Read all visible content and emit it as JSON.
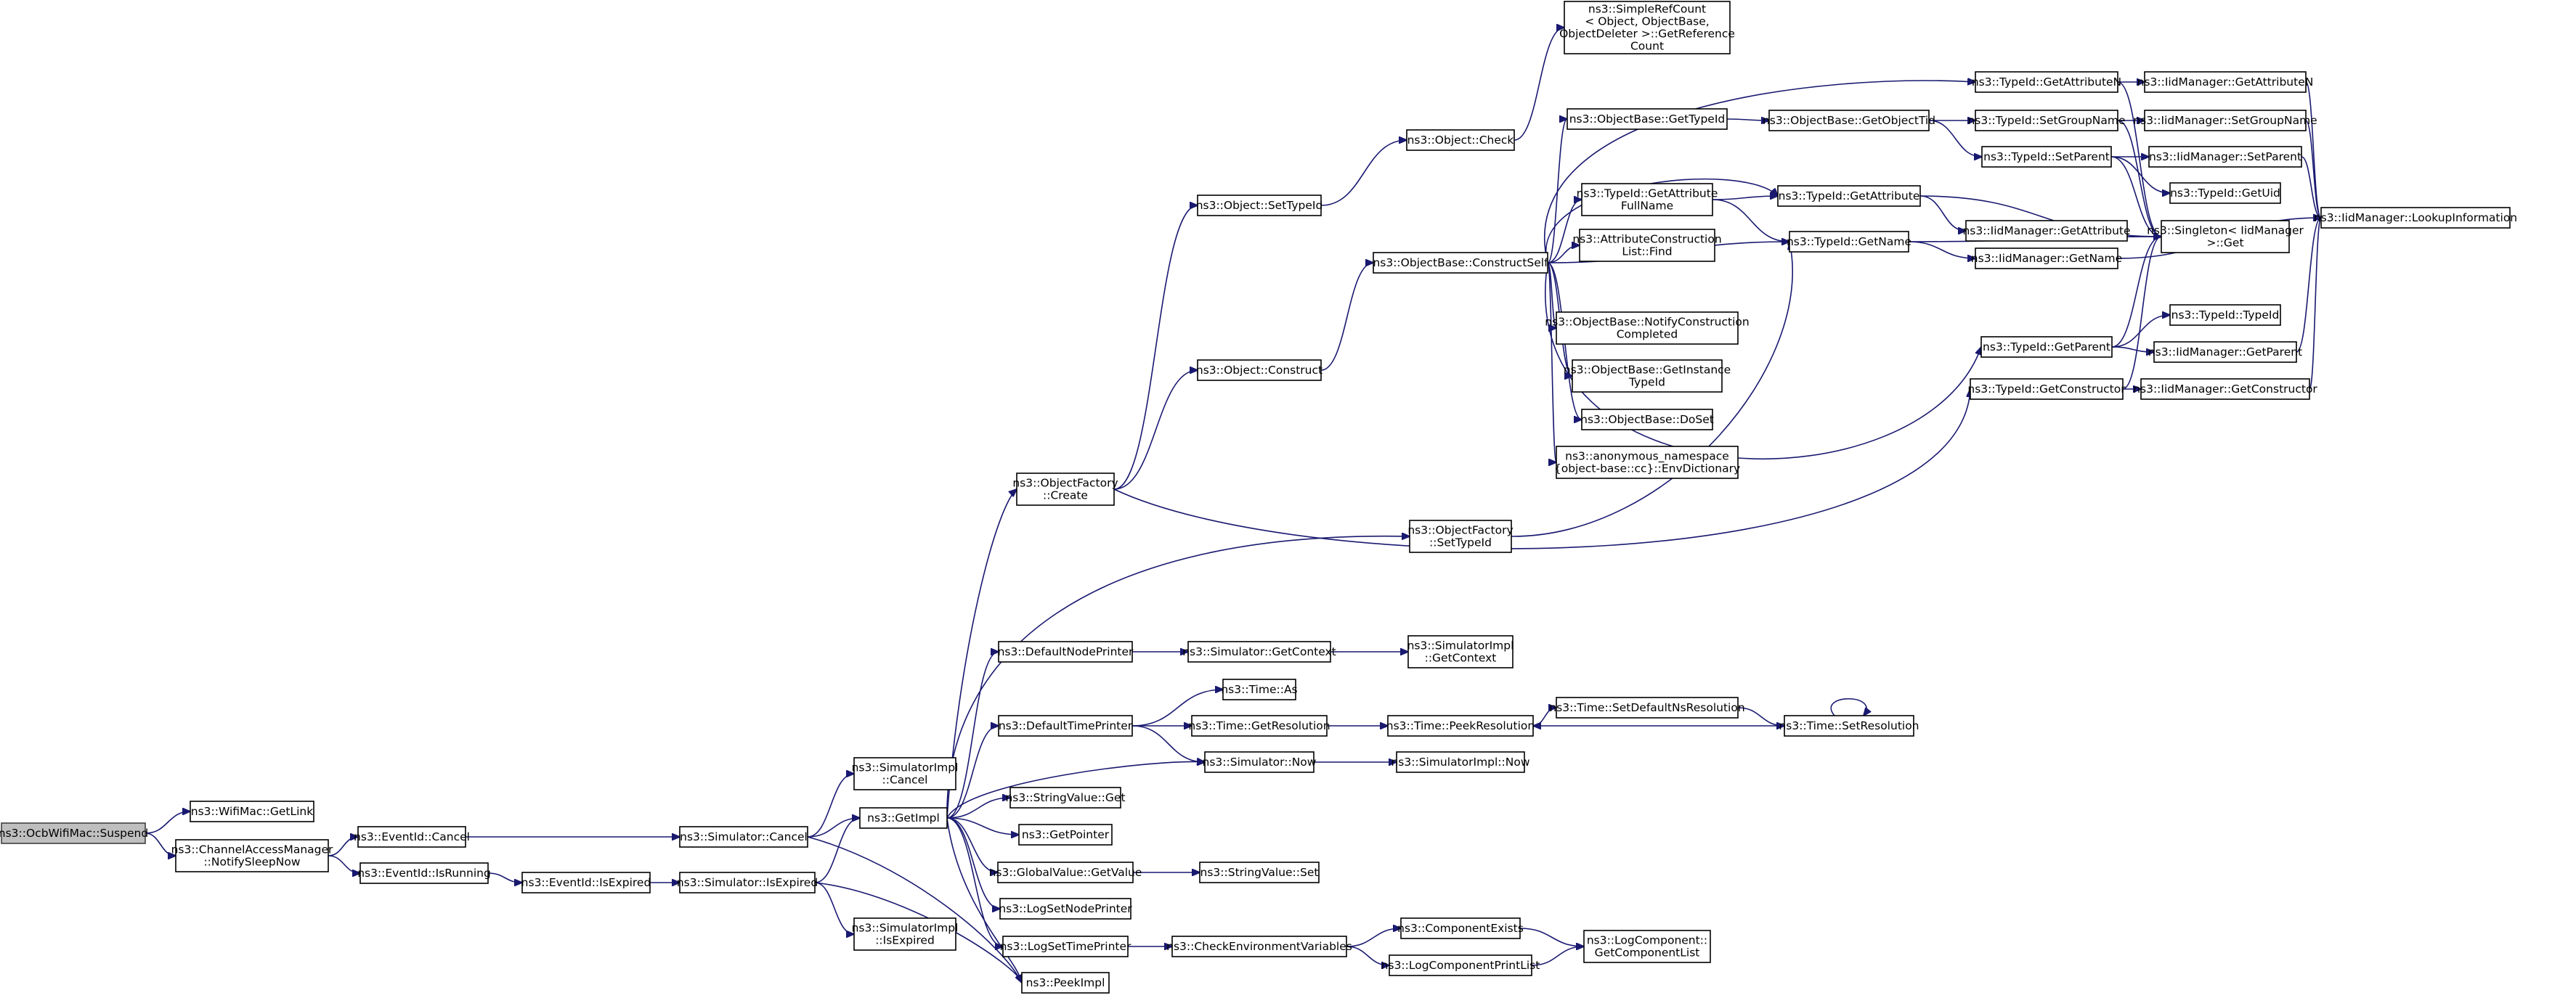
{
  "colors": {
    "edge": "#191970",
    "node_border": "#000000",
    "root_fill": "#bfbfbf",
    "node_fill": "#ffffff"
  },
  "nodes": [
    {
      "id": "suspend",
      "lines": [
        "ns3::OcbWifiMac::Suspend"
      ],
      "root": true
    },
    {
      "id": "getlink",
      "lines": [
        "ns3::WifiMac::GetLink"
      ]
    },
    {
      "id": "notifysleep",
      "lines": [
        "ns3::ChannelAccessManager",
        "::NotifySleepNow"
      ]
    },
    {
      "id": "evcancel",
      "lines": [
        "ns3::EventId::Cancel"
      ]
    },
    {
      "id": "evisrunning",
      "lines": [
        "ns3::EventId::IsRunning"
      ]
    },
    {
      "id": "evisexpired",
      "lines": [
        "ns3::EventId::IsExpired"
      ]
    },
    {
      "id": "simcancel",
      "lines": [
        "ns3::Simulator::Cancel"
      ]
    },
    {
      "id": "simisexpired",
      "lines": [
        "ns3::Simulator::IsExpired"
      ]
    },
    {
      "id": "implcancel",
      "lines": [
        "ns3::SimulatorImpl",
        "::Cancel"
      ]
    },
    {
      "id": "implisexpired",
      "lines": [
        "ns3::SimulatorImpl",
        "::IsExpired"
      ]
    },
    {
      "id": "getimpl",
      "lines": [
        "ns3::GetImpl"
      ]
    },
    {
      "id": "peekimpl",
      "lines": [
        "ns3::PeekImpl"
      ]
    },
    {
      "id": "objfactcreate",
      "lines": [
        "ns3::ObjectFactory",
        "::Create"
      ]
    },
    {
      "id": "defnodeprinter",
      "lines": [
        "ns3::DefaultNodePrinter"
      ]
    },
    {
      "id": "deftimeprinter",
      "lines": [
        "ns3::DefaultTimePrinter"
      ]
    },
    {
      "id": "strvalget",
      "lines": [
        "ns3::StringValue::Get"
      ]
    },
    {
      "id": "getpointer",
      "lines": [
        "ns3::GetPointer"
      ]
    },
    {
      "id": "globvalget",
      "lines": [
        "ns3::GlobalValue::GetValue"
      ]
    },
    {
      "id": "logsetnode",
      "lines": [
        "ns3::LogSetNodePrinter"
      ]
    },
    {
      "id": "logsettime",
      "lines": [
        "ns3::LogSetTimePrinter"
      ]
    },
    {
      "id": "objsettypeid",
      "lines": [
        "ns3::Object::SetTypeId"
      ]
    },
    {
      "id": "objconstruct",
      "lines": [
        "ns3::Object::Construct"
      ]
    },
    {
      "id": "simgetcontext",
      "lines": [
        "ns3::Simulator::GetContext"
      ]
    },
    {
      "id": "timeas",
      "lines": [
        "ns3::Time::As"
      ]
    },
    {
      "id": "timegetres",
      "lines": [
        "ns3::Time::GetResolution"
      ]
    },
    {
      "id": "simnow",
      "lines": [
        "ns3::Simulator::Now"
      ]
    },
    {
      "id": "strvalset",
      "lines": [
        "ns3::StringValue::Set"
      ]
    },
    {
      "id": "checkenv",
      "lines": [
        "ns3::CheckEnvironmentVariables"
      ]
    },
    {
      "id": "objcheck",
      "lines": [
        "ns3::Object::Check"
      ]
    },
    {
      "id": "constructself",
      "lines": [
        "ns3::ObjectBase::ConstructSelf"
      ]
    },
    {
      "id": "objfactsettypeid",
      "lines": [
        "ns3::ObjectFactory",
        "::SetTypeId"
      ]
    },
    {
      "id": "implgetcontext",
      "lines": [
        "ns3::SimulatorImpl",
        "::GetContext"
      ]
    },
    {
      "id": "peekres",
      "lines": [
        "ns3::Time::PeekResolution"
      ]
    },
    {
      "id": "implnow",
      "lines": [
        "ns3::SimulatorImpl::Now"
      ]
    },
    {
      "id": "compexists",
      "lines": [
        "ns3::ComponentExists"
      ]
    },
    {
      "id": "logcompprintlist",
      "lines": [
        "ns3::LogComponentPrintList"
      ]
    },
    {
      "id": "simplerefcount",
      "lines": [
        "ns3::SimpleRefCount",
        "< Object, ObjectBase,",
        "ObjectDeleter >::GetReference",
        "Count"
      ]
    },
    {
      "id": "obgettypeid",
      "lines": [
        "ns3::ObjectBase::GetTypeId"
      ]
    },
    {
      "id": "tidgetattrfull",
      "lines": [
        "ns3::TypeId::GetAttribute",
        "FullName"
      ]
    },
    {
      "id": "attrconstrfind",
      "lines": [
        "ns3::AttributeConstruction",
        "List::Find"
      ]
    },
    {
      "id": "notifyconstr",
      "lines": [
        "ns3::ObjectBase::NotifyConstruction",
        "Completed"
      ]
    },
    {
      "id": "getinsttypeid",
      "lines": [
        "ns3::ObjectBase::GetInstance",
        "TypeId"
      ]
    },
    {
      "id": "doset",
      "lines": [
        "ns3::ObjectBase::DoSet"
      ]
    },
    {
      "id": "envdict",
      "lines": [
        "ns3::anonymous_namespace",
        "{object-base::cc}::EnvDictionary"
      ]
    },
    {
      "id": "setdefnsres",
      "lines": [
        "ns3::Time::SetDefaultNsResolution"
      ]
    },
    {
      "id": "logcompgetlist",
      "lines": [
        "ns3::LogComponent::",
        "GetComponentList"
      ]
    },
    {
      "id": "obgetobjtid",
      "lines": [
        "ns3::ObjectBase::GetObjectTid"
      ]
    },
    {
      "id": "tidgetattr",
      "lines": [
        "ns3::TypeId::GetAttribute"
      ]
    },
    {
      "id": "tidgetname",
      "lines": [
        "ns3::TypeId::GetName"
      ]
    },
    {
      "id": "timesetres",
      "lines": [
        "ns3::Time::SetResolution"
      ]
    },
    {
      "id": "tidgetattrn",
      "lines": [
        "ns3::TypeId::GetAttributeN"
      ]
    },
    {
      "id": "tidsetgroup",
      "lines": [
        "ns3::TypeId::SetGroupName"
      ]
    },
    {
      "id": "tidsetparent",
      "lines": [
        "ns3::TypeId::SetParent"
      ]
    },
    {
      "id": "iidgetattr",
      "lines": [
        "ns3::IidManager::GetAttribute"
      ]
    },
    {
      "id": "iidgetname",
      "lines": [
        "ns3::IidManager::GetName"
      ]
    },
    {
      "id": "tidgetparent",
      "lines": [
        "ns3::TypeId::GetParent"
      ]
    },
    {
      "id": "tidgetctor",
      "lines": [
        "ns3::TypeId::GetConstructor"
      ]
    },
    {
      "id": "iidgetattrn",
      "lines": [
        "ns3::IidManager::GetAttributeN"
      ]
    },
    {
      "id": "iidsetgroup",
      "lines": [
        "ns3::IidManager::SetGroupName"
      ]
    },
    {
      "id": "iidsetparent",
      "lines": [
        "ns3::IidManager::SetParent"
      ]
    },
    {
      "id": "tidgetuid",
      "lines": [
        "ns3::TypeId::GetUid"
      ]
    },
    {
      "id": "singletonget",
      "lines": [
        "ns3::Singleton< IidManager",
        ">::Get"
      ]
    },
    {
      "id": "tidtypeid",
      "lines": [
        "ns3::TypeId::TypeId"
      ]
    },
    {
      "id": "iidgetparent",
      "lines": [
        "ns3::IidManager::GetParent"
      ]
    },
    {
      "id": "iidgetctor",
      "lines": [
        "ns3::IidManager::GetConstructor"
      ]
    },
    {
      "id": "lookupinfo",
      "lines": [
        "ns3::IidManager::LookupInformation"
      ]
    }
  ],
  "edges": [
    [
      "suspend",
      "getlink"
    ],
    [
      "suspend",
      "notifysleep"
    ],
    [
      "notifysleep",
      "evcancel"
    ],
    [
      "notifysleep",
      "evisrunning"
    ],
    [
      "evcancel",
      "simcancel"
    ],
    [
      "evisrunning",
      "evisexpired"
    ],
    [
      "evisexpired",
      "simisexpired"
    ],
    [
      "simcancel",
      "implcancel"
    ],
    [
      "simcancel",
      "getimpl"
    ],
    [
      "simcancel",
      "peekimpl"
    ],
    [
      "simisexpired",
      "getimpl"
    ],
    [
      "simisexpired",
      "implisexpired"
    ],
    [
      "simisexpired",
      "peekimpl"
    ],
    [
      "getimpl",
      "objfactcreate"
    ],
    [
      "getimpl",
      "objfactsettypeid"
    ],
    [
      "getimpl",
      "defnodeprinter"
    ],
    [
      "getimpl",
      "deftimeprinter"
    ],
    [
      "getimpl",
      "simnow"
    ],
    [
      "getimpl",
      "strvalget"
    ],
    [
      "getimpl",
      "getpointer"
    ],
    [
      "getimpl",
      "globvalget"
    ],
    [
      "getimpl",
      "logsetnode"
    ],
    [
      "getimpl",
      "logsettime"
    ],
    [
      "getimpl",
      "peekimpl"
    ],
    [
      "objfactcreate",
      "objsettypeid"
    ],
    [
      "objfactcreate",
      "objconstruct"
    ],
    [
      "objfactcreate",
      "tidgetctor"
    ],
    [
      "objsettypeid",
      "objcheck"
    ],
    [
      "objcheck",
      "simplerefcount"
    ],
    [
      "objconstruct",
      "constructself"
    ],
    [
      "defnodeprinter",
      "simgetcontext"
    ],
    [
      "simgetcontext",
      "implgetcontext"
    ],
    [
      "deftimeprinter",
      "timeas"
    ],
    [
      "deftimeprinter",
      "timegetres"
    ],
    [
      "deftimeprinter",
      "simnow"
    ],
    [
      "timegetres",
      "peekres"
    ],
    [
      "simnow",
      "implnow"
    ],
    [
      "peekres",
      "setdefnsres"
    ],
    [
      "setdefnsres",
      "timesetres"
    ],
    [
      "timesetres",
      "peekres"
    ],
    [
      "timesetres",
      "timesetres"
    ],
    [
      "globvalget",
      "strvalset"
    ],
    [
      "logsettime",
      "checkenv"
    ],
    [
      "checkenv",
      "compexists"
    ],
    [
      "checkenv",
      "logcompprintlist"
    ],
    [
      "compexists",
      "logcompgetlist"
    ],
    [
      "logcompprintlist",
      "logcompgetlist"
    ],
    [
      "objfactsettypeid",
      "tidgetname"
    ],
    [
      "constructself",
      "tidgetattrn"
    ],
    [
      "constructself",
      "obgettypeid"
    ],
    [
      "constructself",
      "tidgetattr"
    ],
    [
      "constructself",
      "tidgetattrfull"
    ],
    [
      "constructself",
      "attrconstrfind"
    ],
    [
      "constructself",
      "tidgetname"
    ],
    [
      "constructself",
      "notifyconstr"
    ],
    [
      "constructself",
      "getinsttypeid"
    ],
    [
      "constructself",
      "doset"
    ],
    [
      "constructself",
      "envdict"
    ],
    [
      "constructself",
      "tidgetparent"
    ],
    [
      "obgettypeid",
      "obgetobjtid"
    ],
    [
      "obgetobjtid",
      "tidsetgroup"
    ],
    [
      "obgetobjtid",
      "tidsetparent"
    ],
    [
      "tidgetattrfull",
      "tidgetattr"
    ],
    [
      "tidgetattrfull",
      "tidgetname"
    ],
    [
      "tidgetattr",
      "iidgetattr"
    ],
    [
      "tidgetattr",
      "singletonget"
    ],
    [
      "tidgetname",
      "iidgetname"
    ],
    [
      "tidgetname",
      "singletonget"
    ],
    [
      "tidgetattrn",
      "iidgetattrn"
    ],
    [
      "tidgetattrn",
      "singletonget"
    ],
    [
      "tidsetgroup",
      "iidsetgroup"
    ],
    [
      "tidsetgroup",
      "singletonget"
    ],
    [
      "tidsetparent",
      "iidsetparent"
    ],
    [
      "tidsetparent",
      "tidgetuid"
    ],
    [
      "tidsetparent",
      "singletonget"
    ],
    [
      "tidgetparent",
      "tidtypeid"
    ],
    [
      "tidgetparent",
      "iidgetparent"
    ],
    [
      "tidgetparent",
      "singletonget"
    ],
    [
      "tidgetctor",
      "iidgetctor"
    ],
    [
      "tidgetctor",
      "singletonget"
    ],
    [
      "iidgetattrn",
      "lookupinfo"
    ],
    [
      "iidsetgroup",
      "lookupinfo"
    ],
    [
      "iidsetparent",
      "lookupinfo"
    ],
    [
      "iidgetname",
      "lookupinfo"
    ],
    [
      "iidgetparent",
      "lookupinfo"
    ],
    [
      "iidgetctor",
      "lookupinfo"
    ]
  ]
}
